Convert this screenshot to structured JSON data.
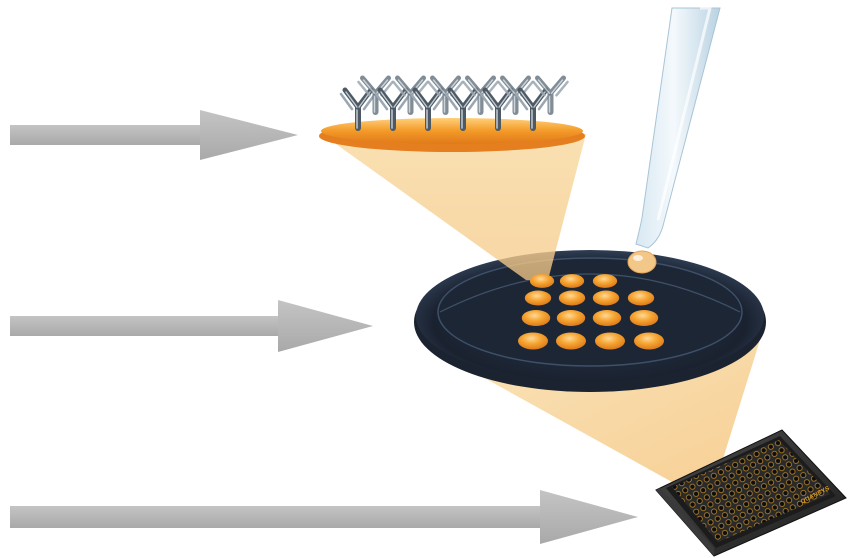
{
  "illustration": {
    "arrows": [
      {
        "name": "arrow-level-1"
      },
      {
        "name": "arrow-level-2"
      },
      {
        "name": "arrow-level-3"
      }
    ],
    "antibody_count": 12,
    "spot_grid": {
      "rows": 4,
      "cols": 4,
      "spots_shown": 15
    },
    "plate_logo_text": "QUANSYS",
    "colors": {
      "arrow": "#b4b4b4",
      "arrow_dark": "#7a7a7a",
      "spot": "#f29a1e",
      "spot_highlight": "#ffd08a",
      "well_dark": "#1e2430",
      "well_rim": "#34445a",
      "cone": "#f7d59a",
      "antibody": "#4d5964",
      "antibody_light": "#c3cbd2",
      "pipette": "#cfe2ee"
    }
  }
}
